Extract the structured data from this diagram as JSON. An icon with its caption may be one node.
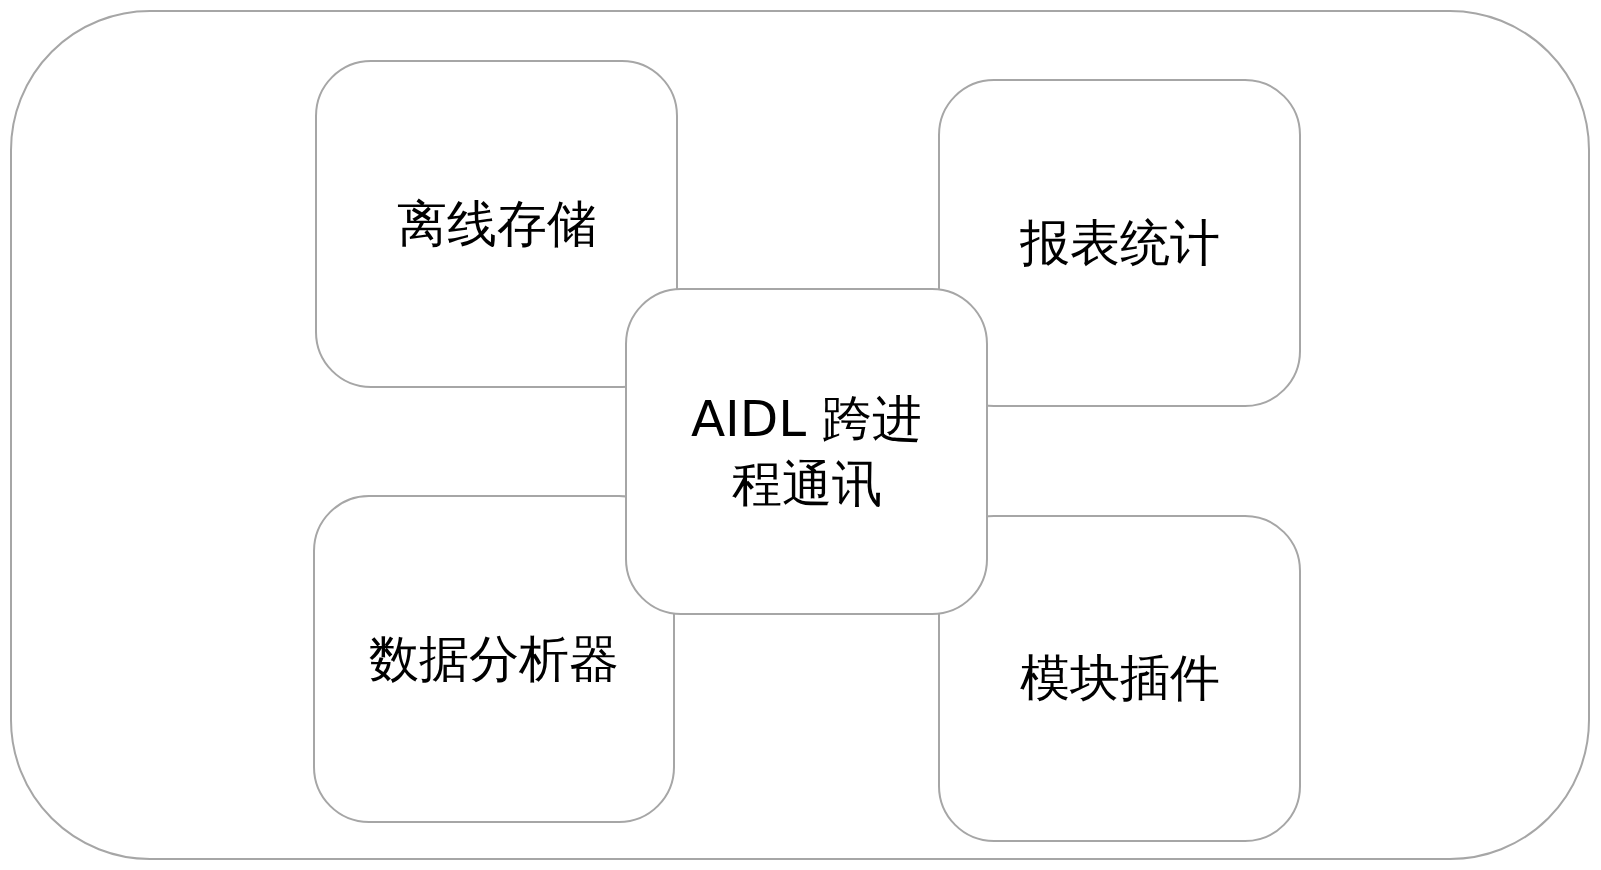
{
  "diagram": {
    "nodes": [
      {
        "text": [],
        "shape": "box"
      },
      {
        "text": [
          "离线存储"
        ],
        "in": 0
      },
      {
        "text": [
          "报表统计"
        ],
        "in": 0
      },
      {
        "text": [
          "AIDL 跨进程通讯"
        ],
        "in": 0
      },
      {
        "text": [
          "数据分析器"
        ],
        "in": 0
      },
      {
        "text": [
          "模块插件"
        ],
        "in": 0
      }
    ],
    "edges": []
  }
}
